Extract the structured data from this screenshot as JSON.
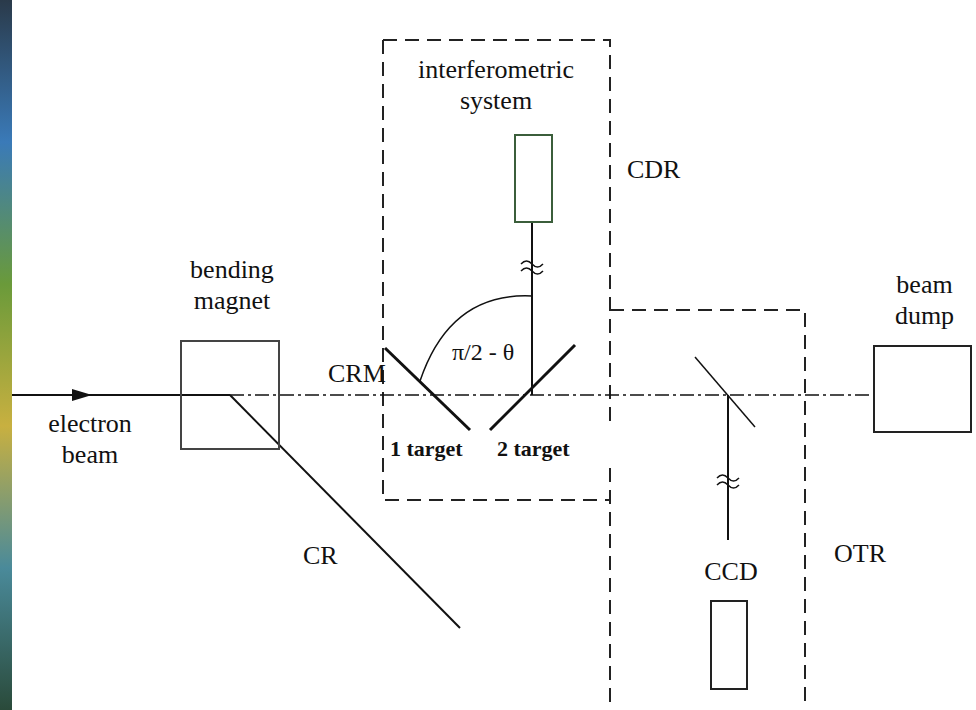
{
  "diagram": {
    "nodes": [
      {
        "text": [
          "interferometric system",
          "CDR"
        ]
      },
      {
        "text": [
          "OTR"
        ]
      },
      {
        "text": [
          "CCD"
        ],
        "in": 1
      },
      {
        "text": [
          "bending magnet"
        ]
      },
      {
        "text": [
          "beam dump"
        ]
      }
    ],
    "edges": [
      {
        "from": 3,
        "to": 4,
        "arrow": "none"
      }
    ],
    "labels": [
      "electron beam",
      "CRM",
      "π/2 - θ",
      "1 target",
      "2 target",
      "CR"
    ]
  }
}
